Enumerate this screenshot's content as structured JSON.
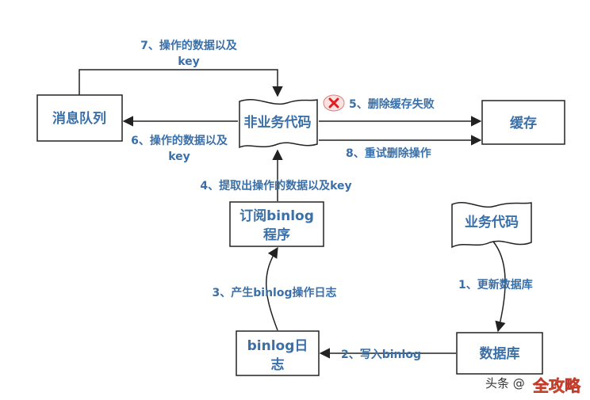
{
  "nodes": {
    "mq": "消息队列",
    "non_biz_line1": "非业务代码",
    "cache": "缓存",
    "subscriber_line1": "订阅binlog",
    "subscriber_line2": "程序",
    "biz_code": "业务代码",
    "database": "数据库",
    "binlog_line1": "binlog日",
    "binlog_line2": "志"
  },
  "edges": {
    "e7_line1": "7、操作的数据以及",
    "e7_line2": "key",
    "e6_line1": "6、操作的数据以及",
    "e6_line2": "key",
    "e5": "5、删除缓存失败",
    "e8": "8、重试删除操作",
    "e4": "4、提取出操作的数据以及key",
    "e3": "3、产生binlog操作日志",
    "e1": "1、更新数据库",
    "e2": "2、写入binlog"
  },
  "watermark": {
    "prefix": "头条 @",
    "brand": "全攻略"
  },
  "colors": {
    "label": "#3a6fa8",
    "line": "#222222",
    "fail_mark": "#e02020"
  }
}
